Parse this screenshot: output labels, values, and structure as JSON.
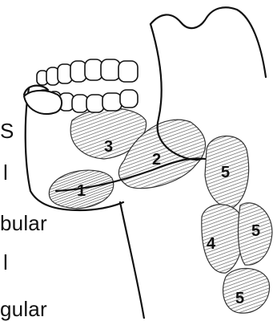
{
  "text_fragments": [
    "S",
    "l",
    "bular",
    "l",
    "gular"
  ],
  "node_labels": {
    "node_1": "1",
    "node_2": "2",
    "node_3": "3",
    "node_4": "4",
    "node_5_upper": "5",
    "node_5_middle": "5",
    "node_5_lower": "5"
  }
}
